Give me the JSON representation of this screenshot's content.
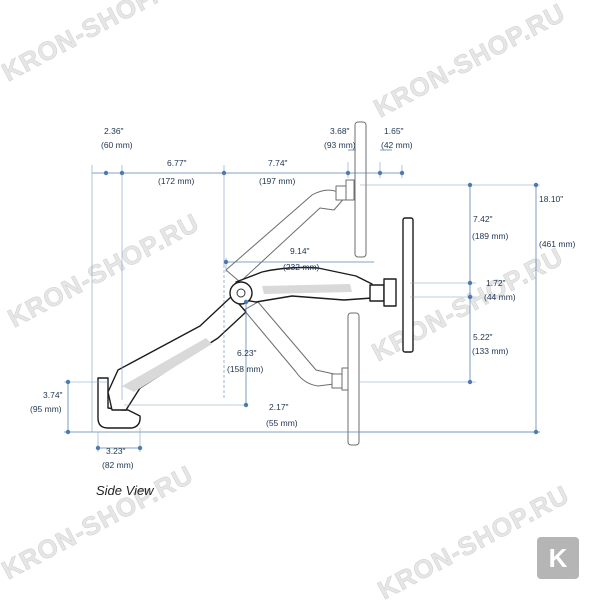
{
  "watermark": {
    "text": "KRON-SHOP.RU"
  },
  "logo": {
    "letter": "K"
  },
  "view_label": "Side View",
  "dimensions": {
    "d236": {
      "in": "2.36\"",
      "mm": "(60 mm)"
    },
    "d677": {
      "in": "6.77\"",
      "mm": "(172 mm)"
    },
    "d774": {
      "in": "7.74\"",
      "mm": "(197 mm)"
    },
    "d368": {
      "in": "3.68\"",
      "mm": "(93 mm)"
    },
    "d165": {
      "in": "1.65\"",
      "mm": "(42 mm)"
    },
    "d742": {
      "in": "7.42\"",
      "mm": "(189 mm)"
    },
    "d1810": {
      "in": "18.10\"",
      "mm": "(461 mm)"
    },
    "d914": {
      "in": "9.14\"",
      "mm": "(232 mm)"
    },
    "d172": {
      "in": "1.72\"",
      "mm": "(44 mm)"
    },
    "d522": {
      "in": "5.22\"",
      "mm": "(133 mm)"
    },
    "d623": {
      "in": "6.23\"",
      "mm": "(158 mm)"
    },
    "d374": {
      "in": "3.74\"",
      "mm": "(95 mm)"
    },
    "d217": {
      "in": "2.17\"",
      "mm": "(55 mm)"
    },
    "d323": {
      "in": "3.23\"",
      "mm": "(82 mm)"
    }
  }
}
